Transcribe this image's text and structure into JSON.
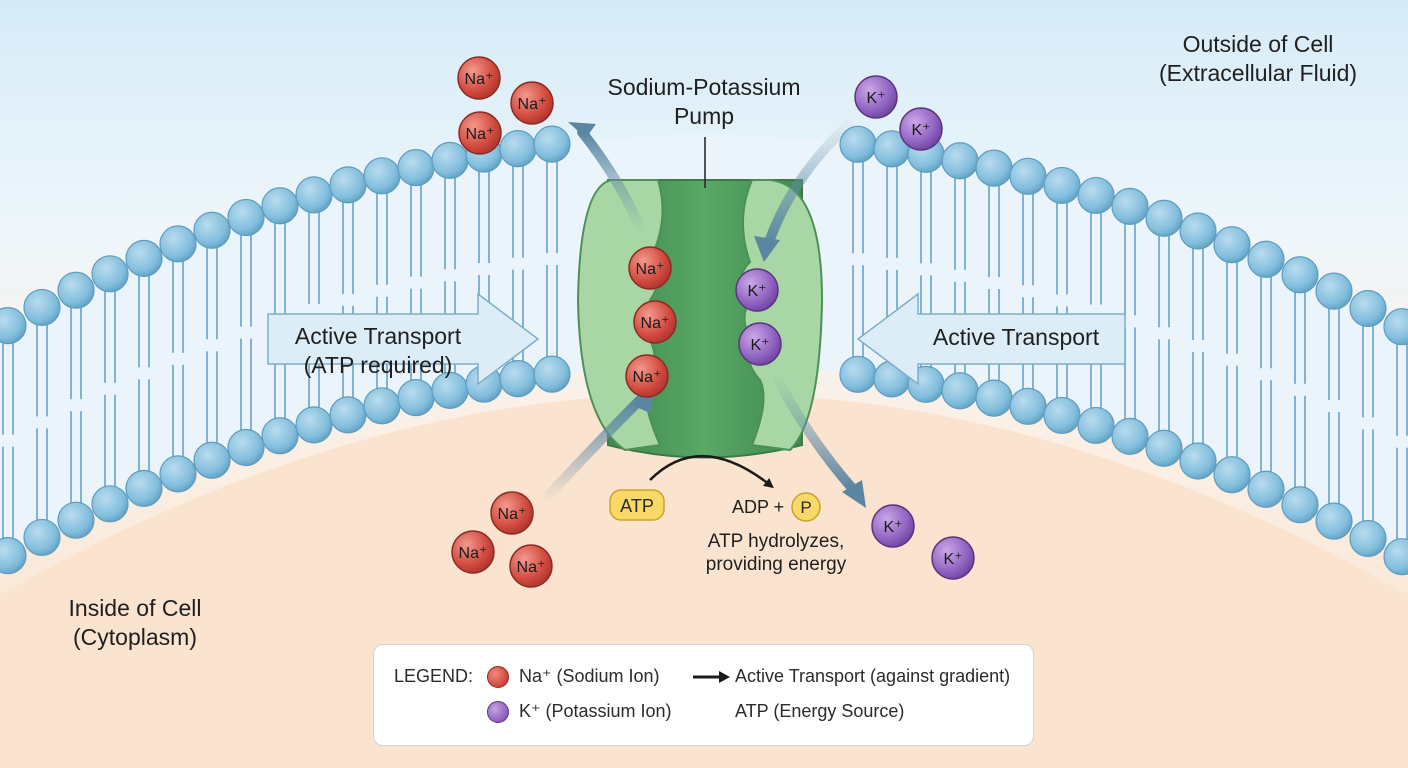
{
  "labels": {
    "pump_title_line1": "Sodium-Potassium",
    "pump_title_line2": "Pump",
    "outside_line1": "Outside of Cell",
    "outside_line2": "(Extracellular Fluid)",
    "inside_line1": "Inside of Cell",
    "inside_line2": "(Cytoplasm)",
    "active_left_line1": "Active Transport",
    "active_left_line2": "(ATP required)",
    "active_right": "Active Transport",
    "atp": "ATP",
    "adp": "ADP +",
    "phosphate": "P",
    "hydrolysis_line1": "ATP hydrolyzes,",
    "hydrolysis_line2": "providing energy"
  },
  "ions": {
    "na": "Na⁺",
    "k": "K⁺"
  },
  "legend": {
    "title": "LEGEND:",
    "sodium": "Na⁺ (Sodium Ion)",
    "potassium": "K⁺ (Potassium Ion)",
    "arrow": "Active Transport (against gradient)",
    "atp": "ATP (Energy Source)"
  },
  "colors": {
    "extracellular_top": "#dceef8",
    "cytoplasm": "#fbe6d4",
    "phospholipid_head": "#8dc3df",
    "pump_dark": "#4f9a5c",
    "pump_light": "#a5d5a2",
    "sodium": "#d0453a",
    "potassium": "#8e5cbf",
    "atp": "#f7d45a",
    "arrow": "#6a93ad"
  }
}
